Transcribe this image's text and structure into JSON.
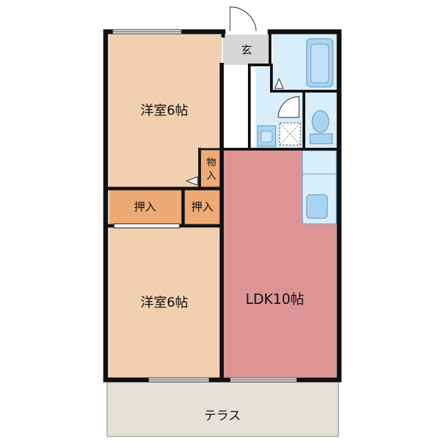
{
  "rooms": {
    "western_room_upper": "洋室6帖",
    "western_room_lower": "洋室6帖",
    "ldk": "LDK10帖",
    "closet_left": "押入",
    "closet_right": "押入",
    "storage": "物入",
    "entrance": "玄",
    "terrace": "テラス"
  },
  "colors": {
    "wall": "#111111",
    "western_room": "#f2cfae",
    "ldk": "#dd9494",
    "closet": "#eeaa74",
    "wet_area": "#d8eefb",
    "fixture": "#a9d5f3",
    "entrance_floor": "#d6d6d6",
    "terrace": "#e5e0d9",
    "window": "#ffffff"
  }
}
